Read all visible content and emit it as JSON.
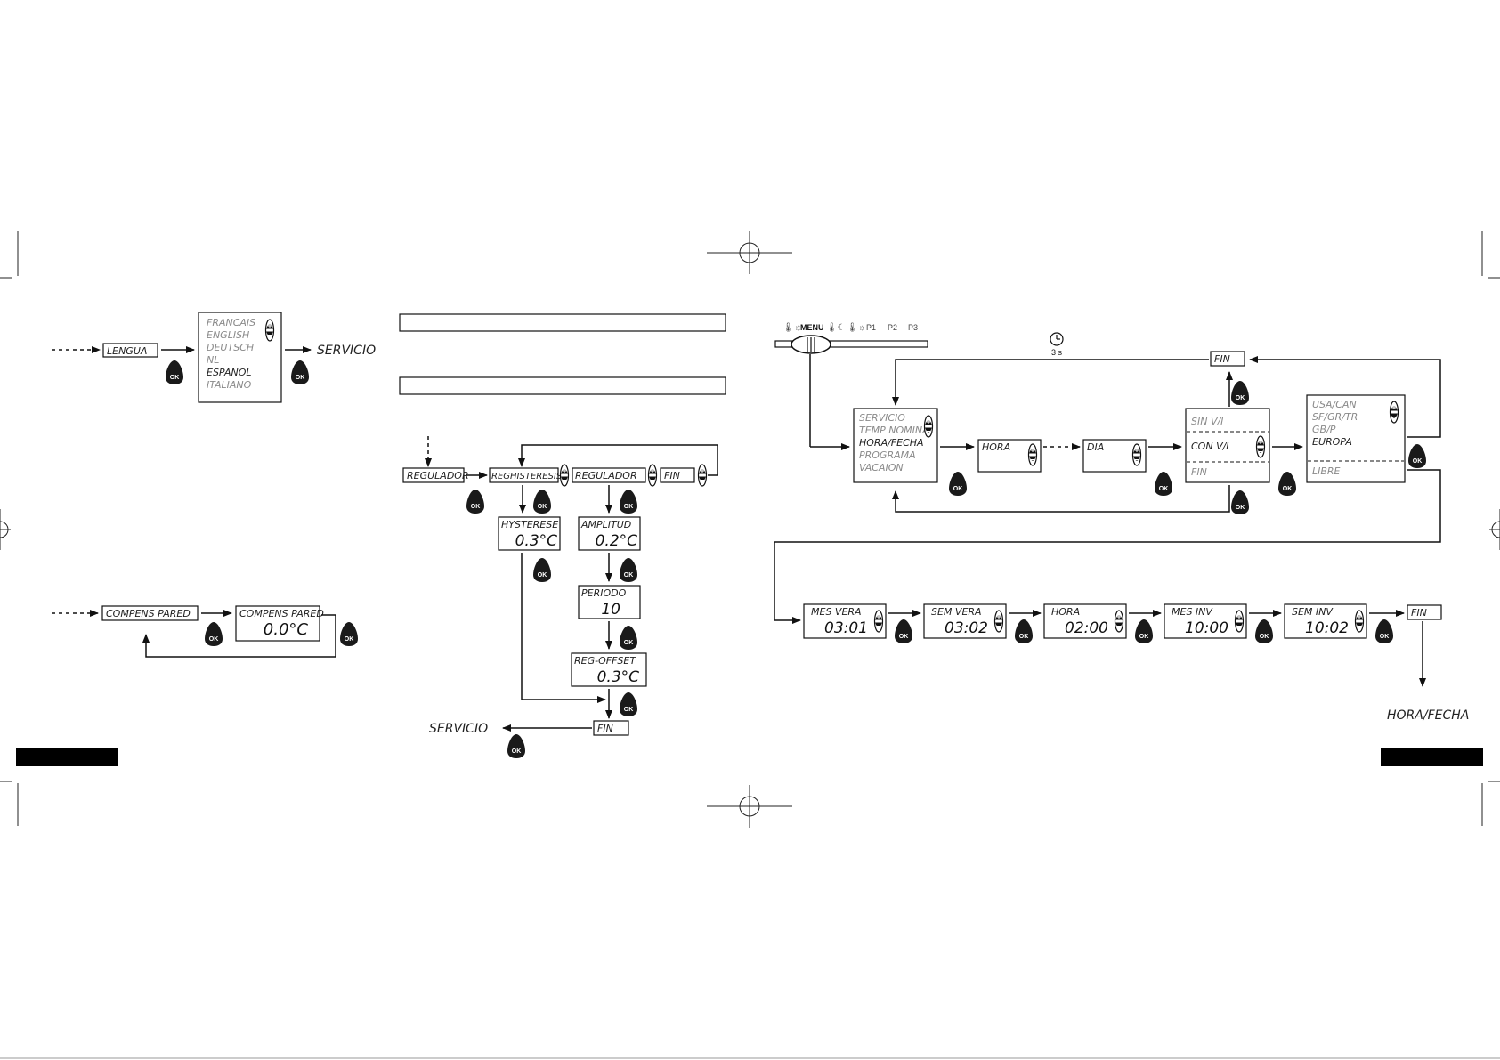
{
  "language": {
    "lengua": "LENGUA",
    "options": [
      "FRANCAIS",
      "ENGLISH",
      "DEUTSCH",
      "NL",
      "ESPANOL",
      "ITALIANO"
    ],
    "selected": "ESPANOL",
    "servicio": "SERVICIO"
  },
  "wall": {
    "compens1": "COMPENS PARED",
    "compens2": "COMPENS PARED",
    "value": "0.0°C"
  },
  "regulator": {
    "regulador": "REGULADOR",
    "reg_hist": "REGHISTERESIS",
    "regulador2": "REGULADOR",
    "fin1": "FIN",
    "hysterese": "HYSTERESE",
    "hyst_val": "0.3°C",
    "amplitud": "AMPLITUD",
    "ampl_val": "0.2°C",
    "periodo": "PERIODO",
    "periodo_val": "10",
    "offset": "REG-OFFSET",
    "offset_val": "0.3°C",
    "fin2": "FIN",
    "servicio": "SERVICIO"
  },
  "selector": {
    "menu": "MENU",
    "p1": "P1",
    "p2": "P2",
    "p3": "P3",
    "hold": "3 s"
  },
  "clock": {
    "fin_top": "FIN",
    "menu_items": [
      "SERVICIO",
      "TEMP NOMINAL",
      "HORA/FECHA",
      "PROGRAMA",
      "VACAION"
    ],
    "menu_selected": "HORA/FECHA",
    "hora": "HORA",
    "dia": "DIA",
    "sin": "SIN V/I",
    "con": "CON V/I",
    "fin_mid": "FIN",
    "regions": [
      "USA/CAN",
      "SF/GR/TR",
      "GB/P",
      "EUROPA"
    ],
    "region_selected": "EUROPA",
    "libre": "LIBRE",
    "dst": [
      {
        "label": "MES VERA",
        "value": "03:01"
      },
      {
        "label": "SEM VERA",
        "value": "03:02"
      },
      {
        "label": "HORA",
        "value": "02:00"
      },
      {
        "label": "MES INV",
        "value": "10:00"
      },
      {
        "label": "SEM INV",
        "value": "10:02"
      }
    ],
    "fin_end": "FIN",
    "hora_fecha": "HORA/FECHA"
  },
  "ok_label": "OK"
}
